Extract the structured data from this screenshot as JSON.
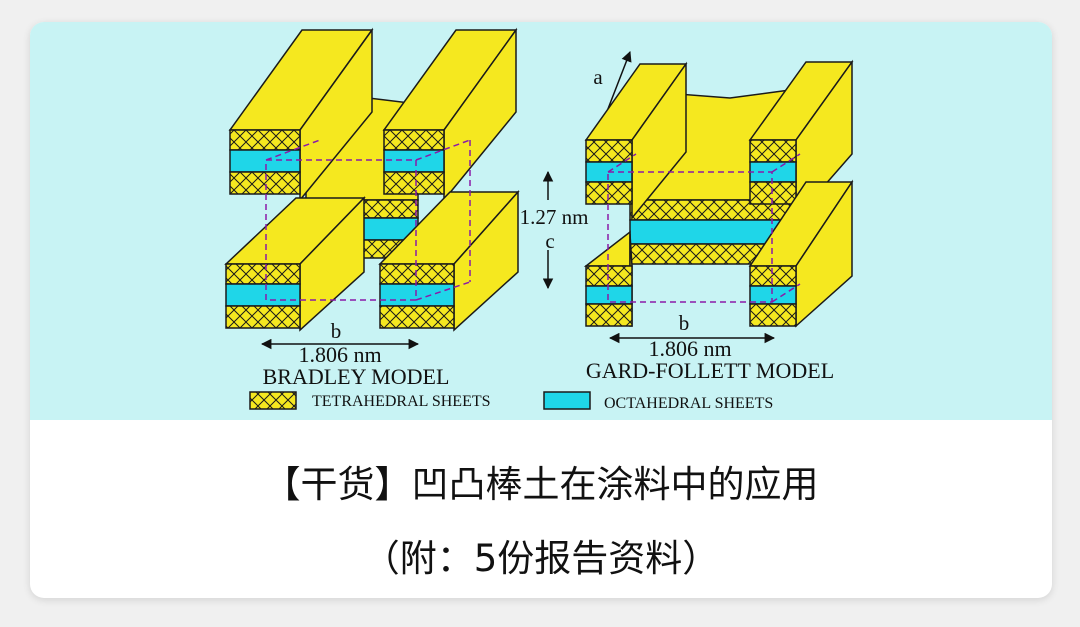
{
  "diagram": {
    "left_model": {
      "name": "BRADLEY MODEL",
      "axis_b_letter": "b",
      "axis_b_value": "1.806 nm"
    },
    "right_model": {
      "name": "GARD-FOLLETT MODEL",
      "axis_a_letter": "a",
      "axis_b_letter": "b",
      "axis_b_value": "1.806 nm"
    },
    "center_axis": {
      "value": "1.27 nm",
      "letter": "c"
    },
    "legend": {
      "tetrahedral": "TETRAHEDRAL SHEETS",
      "octahedral": "OCTAHEDRAL SHEETS"
    },
    "colors": {
      "background": "#c8f3f4",
      "sheet_yellow": "#f5e81f",
      "sheet_cyan": "#1fd6e8",
      "edge": "#1a1a1a",
      "dashed": "#8a1aa8"
    }
  },
  "caption": {
    "line1": "【干货】凹凸棒土在涂料中的应用",
    "line2": "（附：5份报告资料）"
  }
}
